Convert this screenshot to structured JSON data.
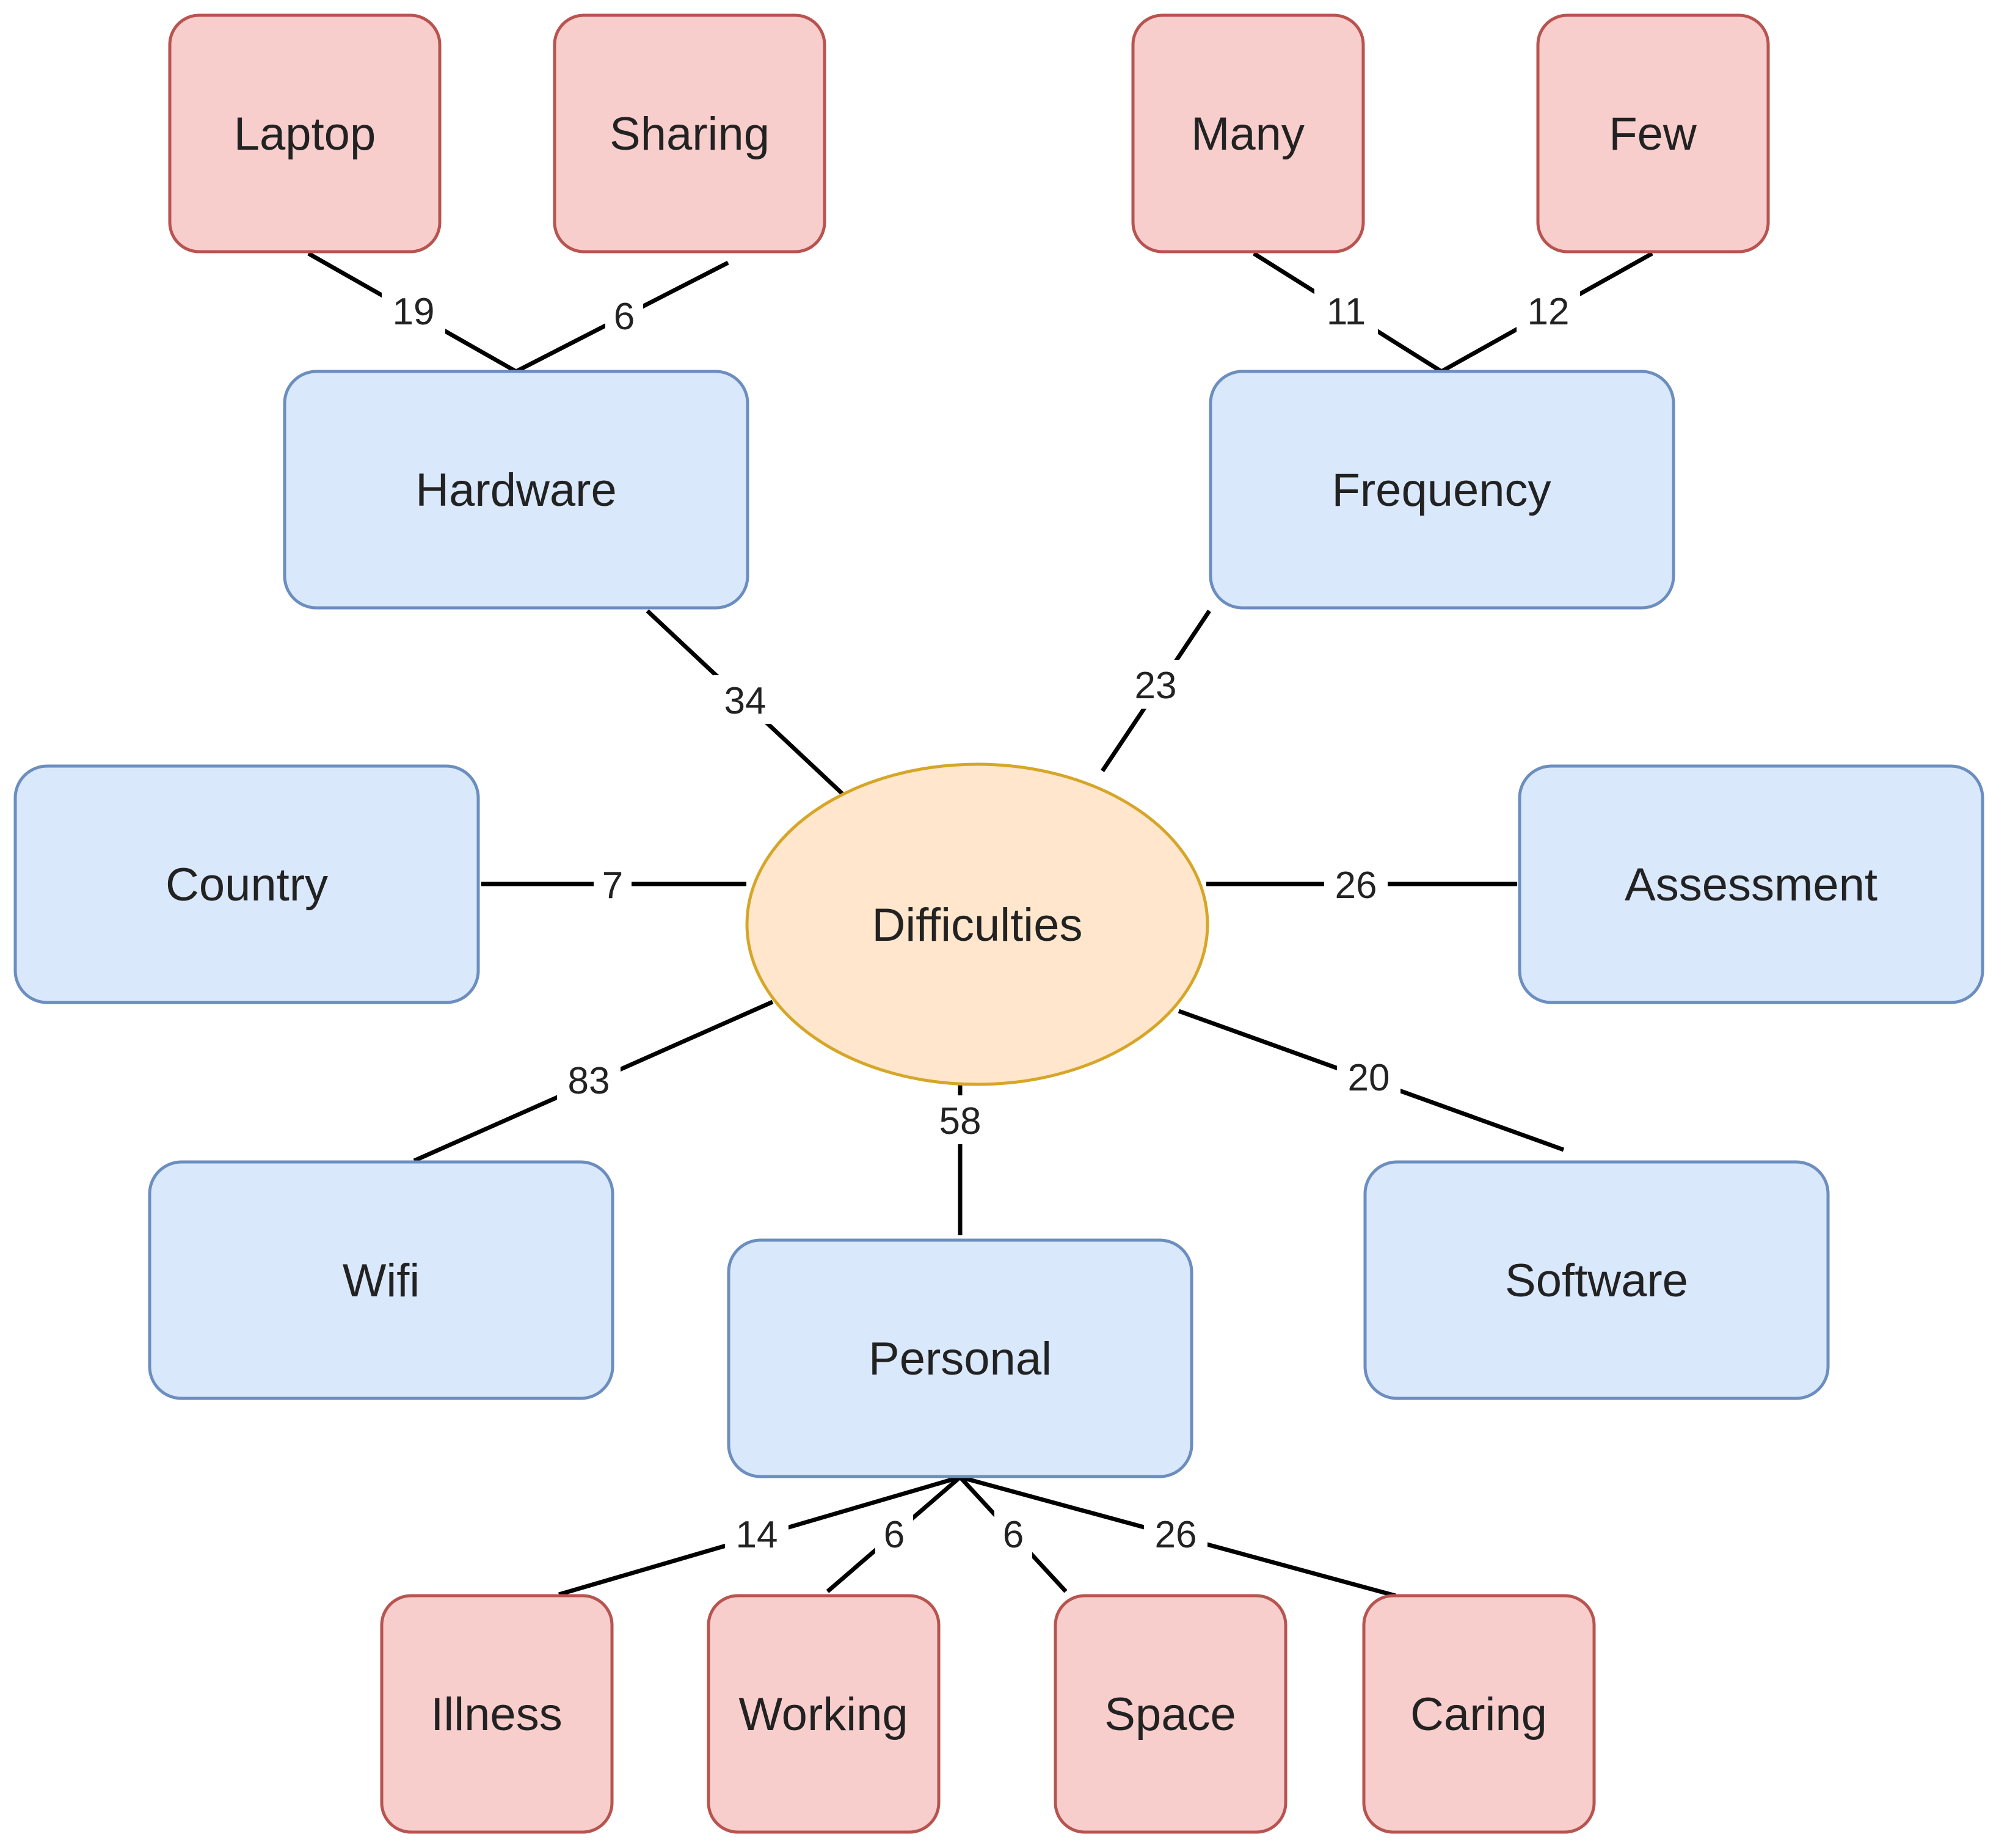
{
  "center": {
    "label": "Difficulties",
    "fill": "#ffe6cc",
    "stroke": "#d6a628"
  },
  "nodes": {
    "hardware": {
      "label": "Hardware",
      "fill": "#dae8fc",
      "stroke": "#6c8ebf"
    },
    "frequency": {
      "label": "Frequency",
      "fill": "#dae8fc",
      "stroke": "#6c8ebf"
    },
    "country": {
      "label": "Country",
      "fill": "#dae8fc",
      "stroke": "#6c8ebf"
    },
    "assessment": {
      "label": "Assessment",
      "fill": "#dae8fc",
      "stroke": "#6c8ebf"
    },
    "wifi": {
      "label": "Wifi",
      "fill": "#dae8fc",
      "stroke": "#6c8ebf"
    },
    "personal": {
      "label": "Personal",
      "fill": "#dae8fc",
      "stroke": "#6c8ebf"
    },
    "software": {
      "label": "Software",
      "fill": "#dae8fc",
      "stroke": "#6c8ebf"
    },
    "laptop": {
      "label": "Laptop",
      "fill": "#f8cecc",
      "stroke": "#b85450"
    },
    "sharing": {
      "label": "Sharing",
      "fill": "#f8cecc",
      "stroke": "#b85450"
    },
    "many": {
      "label": "Many",
      "fill": "#f8cecc",
      "stroke": "#b85450"
    },
    "few": {
      "label": "Few",
      "fill": "#f8cecc",
      "stroke": "#b85450"
    },
    "illness": {
      "label": "Illness",
      "fill": "#f8cecc",
      "stroke": "#b85450"
    },
    "working": {
      "label": "Working",
      "fill": "#f8cecc",
      "stroke": "#b85450"
    },
    "space": {
      "label": "Space",
      "fill": "#f8cecc",
      "stroke": "#b85450"
    },
    "caring": {
      "label": "Caring",
      "fill": "#f8cecc",
      "stroke": "#b85450"
    }
  },
  "edges": {
    "difficulties_hardware": "34",
    "difficulties_frequency": "23",
    "difficulties_country": "7",
    "difficulties_assessment": "26",
    "difficulties_wifi": "83",
    "difficulties_personal": "58",
    "difficulties_software": "20",
    "hardware_laptop": "19",
    "hardware_sharing": "6",
    "frequency_many": "11",
    "frequency_few": "12",
    "personal_illness": "14",
    "personal_working": "6",
    "personal_space": "6",
    "personal_caring": "26"
  }
}
